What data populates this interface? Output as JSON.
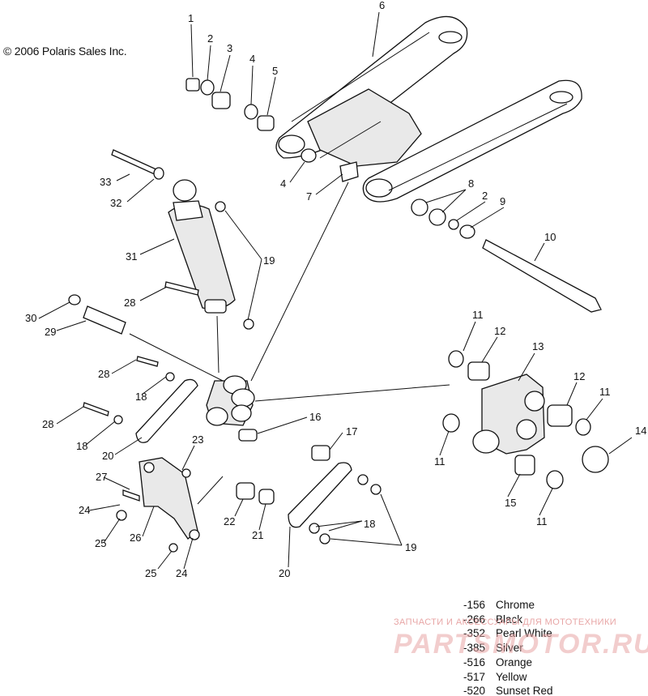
{
  "copyright": "© 2006 Polaris Sales Inc.",
  "callouts": {
    "n1": "1",
    "n2": "2",
    "n3": "3",
    "n4": "4",
    "n5": "5",
    "n6": "6",
    "n4b": "4",
    "n7": "7",
    "n8": "8",
    "n2b": "2",
    "n9": "9",
    "n10": "10",
    "n33": "33",
    "n32": "32",
    "n31": "31",
    "n19": "19",
    "n28": "28",
    "n30": "30",
    "n29": "29",
    "n11a": "11",
    "n12a": "12",
    "n13": "13",
    "n12b": "12",
    "n11b": "11",
    "n14": "14",
    "n11c": "11",
    "n15": "15",
    "n11d": "11",
    "n28b": "28",
    "n18": "18",
    "n28c": "28",
    "n18b": "18",
    "n20": "20",
    "n16": "16",
    "n17": "17",
    "n23": "23",
    "n27": "27",
    "n24": "24",
    "n25": "25",
    "n26": "26",
    "n22": "22",
    "n21": "21",
    "n18c": "18",
    "n19b": "19",
    "n25b": "25",
    "n24b": "24",
    "n20b": "20"
  },
  "legend": [
    {
      "code": "-156",
      "color": "Chrome"
    },
    {
      "code": "-266",
      "color": "Black"
    },
    {
      "code": "-352",
      "color": "Pearl White"
    },
    {
      "code": "-385",
      "color": "Silver"
    },
    {
      "code": "-516",
      "color": "Orange"
    },
    {
      "code": "-517",
      "color": "Yellow"
    },
    {
      "code": "-520",
      "color": "Sunset Red"
    }
  ],
  "watermark": {
    "tagline": "ЗАПЧАСТИ И АКСЕССУАРЫ ДЛЯ МОТОТЕХНИКИ",
    "brand": "PARTSMOTOR.RU"
  }
}
